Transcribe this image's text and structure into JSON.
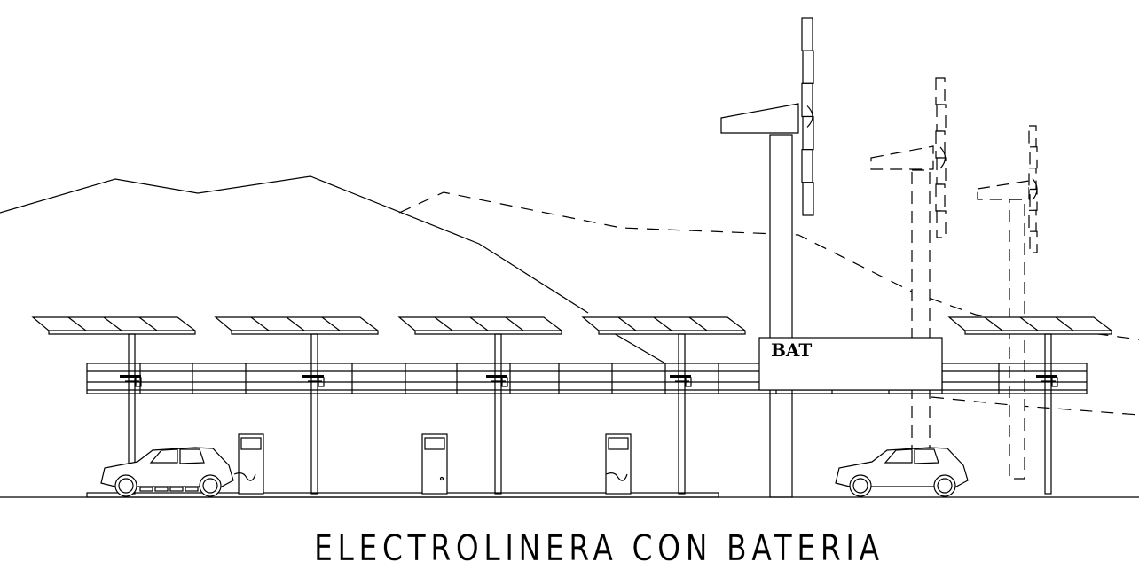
{
  "drawing": {
    "title": "ELECTROLINERA CON BATERIA",
    "battery_label": "BAT",
    "canopy_count": 5,
    "charger_count": 3,
    "car_count": 2,
    "wind_turbine_count": 3,
    "line_color": "#000000",
    "background_color": "#ffffff"
  }
}
